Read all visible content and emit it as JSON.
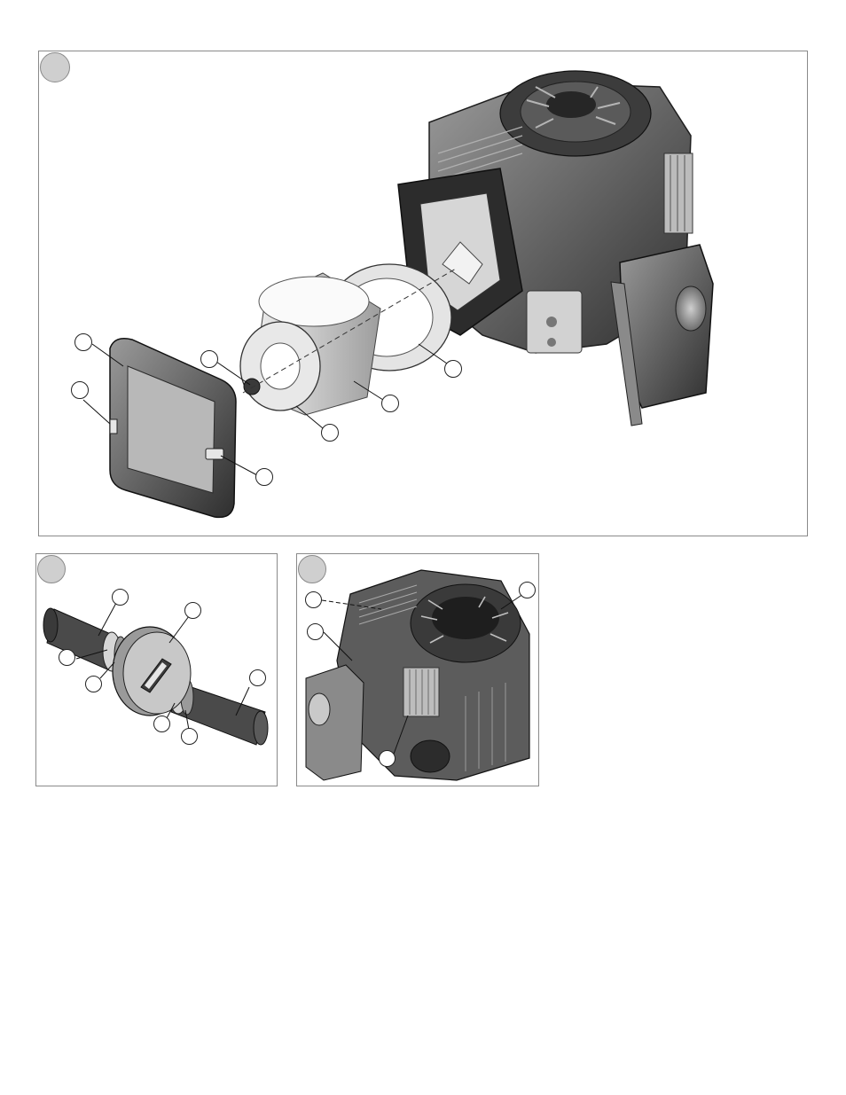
{
  "figures": [
    {
      "id": "figure-1",
      "callout_count": 7
    },
    {
      "id": "figure-2",
      "callout_count": 7
    },
    {
      "id": "figure-3",
      "callout_count": 4
    }
  ],
  "colors": {
    "panel_border": "#8a8a8a",
    "badge_fill": "#cfcfcf",
    "part_dark": "#4a4a4a",
    "part_mid": "#8c8c8c",
    "part_light": "#d9d9d9"
  }
}
